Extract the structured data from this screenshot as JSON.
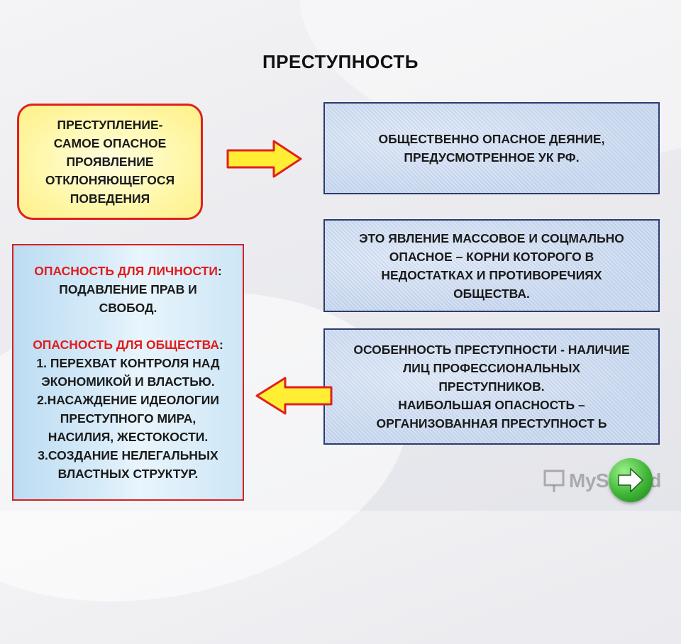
{
  "title": "ПРЕСТУПНОСТЬ",
  "definition_box": {
    "lines": [
      "ПРЕСТУПЛЕНИЕ-",
      "САМОЕ ОПАСНОЕ",
      "ПРОЯВЛЕНИЕ",
      "ОТКЛОНЯЮЩЕГОСЯ",
      "ПОВЕДЕНИЯ"
    ]
  },
  "box_a": {
    "lines": [
      "ОБЩЕСТВЕННО ОПАСНОЕ ДЕЯНИЕ,",
      "ПРЕДУСМОТРЕННОЕ  УК РФ."
    ]
  },
  "box_b": {
    "lines": [
      "ЭТО ЯВЛЕНИЕ  МАССОВОЕ И СОЦМАЛЬНО",
      "ОПАСНОЕ – КОРНИ КОТОРОГО В",
      "НЕДОСТАТКАХ И ПРОТИВОРЕЧИЯХ",
      "ОБЩЕСТВА."
    ]
  },
  "box_c": {
    "lines": [
      "ОСОБЕННОСТЬ ПРЕСТУПНОСТИ  - НАЛИЧИЕ",
      "ЛИЦ ПРОФЕССИОНАЛЬНЫХ",
      "ПРЕСТУПНИКОВ.",
      "НАИБОЛЬШАЯ ОПАСНОСТЬ –",
      "ОРГАНИЗОВАННАЯ  ПРЕСТУПНОСТ Ь"
    ]
  },
  "danger_box": {
    "personal_label": "ОПАСНОСТЬ ДЛЯ ЛИЧНОСТИ",
    "personal_colon": ":",
    "personal_lines": [
      "ПОДАВЛЕНИЕ ПРАВ И",
      "СВОБОД."
    ],
    "society_label": "ОПАСНОСТЬ ДЛЯ ОБЩЕСТВА",
    "society_colon": ":",
    "society_lines": [
      "1. ПЕРЕХВАТ КОНТРОЛЯ НАД",
      "ЭКОНОМИКОЙ И ВЛАСТЬЮ.",
      "2.НАСАЖДЕНИЕ ИДЕОЛОГИИ",
      "ПРЕСТУПНОГО МИРА,",
      "НАСИЛИЯ, ЖЕСТОКОСТИ.",
      "3.СОЗДАНИЕ НЕЛЕГАЛЬНЫХ",
      "ВЛАСТНЫХ  СТРУКТУР."
    ]
  },
  "watermark": {
    "text": "MyShared"
  },
  "icons": {
    "right_arrow": "arrow-right-icon",
    "left_arrow": "arrow-left-icon",
    "next": "next-arrow-icon"
  },
  "colors": {
    "accent_red": "#e21c1c",
    "arrow_fill": "#ffee33",
    "arrow_stroke": "#e02020",
    "box_border": "#2b3c6e"
  }
}
